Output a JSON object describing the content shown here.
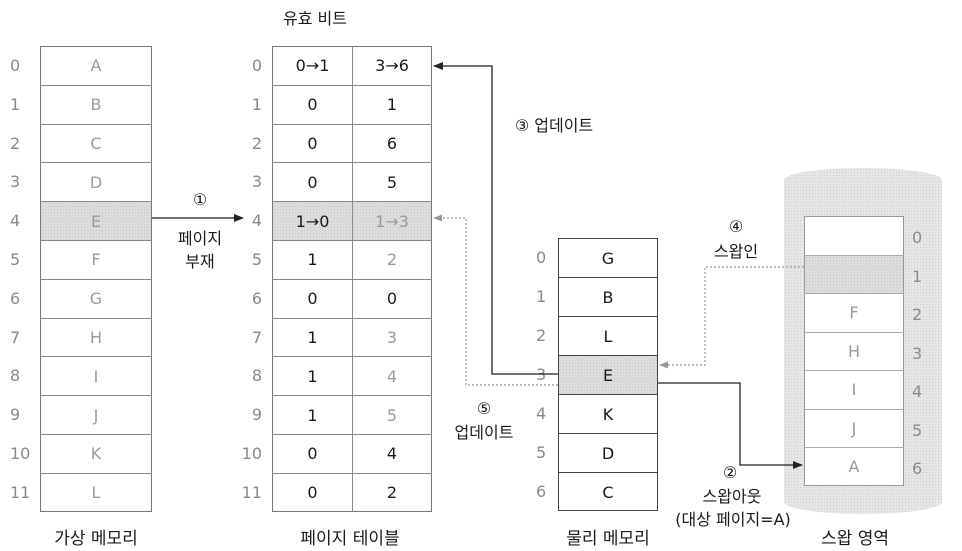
{
  "virtual_memory": {
    "caption": "가상 메모리",
    "rows": [
      {
        "index": "0",
        "value": "A"
      },
      {
        "index": "1",
        "value": "B"
      },
      {
        "index": "2",
        "value": "C"
      },
      {
        "index": "3",
        "value": "D"
      },
      {
        "index": "4",
        "value": "E"
      },
      {
        "index": "5",
        "value": "F"
      },
      {
        "index": "6",
        "value": "G"
      },
      {
        "index": "7",
        "value": "H"
      },
      {
        "index": "8",
        "value": "I"
      },
      {
        "index": "9",
        "value": "J"
      },
      {
        "index": "10",
        "value": "K"
      },
      {
        "index": "11",
        "value": "L"
      }
    ]
  },
  "page_table": {
    "caption": "페이지 테이블",
    "valid_bit_label": "유효 비트",
    "rows": [
      {
        "index": "0",
        "valid": "0→1",
        "frame": "3→6"
      },
      {
        "index": "1",
        "valid": "0",
        "frame": "1"
      },
      {
        "index": "2",
        "valid": "0",
        "frame": "6"
      },
      {
        "index": "3",
        "valid": "0",
        "frame": "5"
      },
      {
        "index": "4",
        "valid": "1→0",
        "frame": "1→3"
      },
      {
        "index": "5",
        "valid": "1",
        "frame": "2"
      },
      {
        "index": "6",
        "valid": "0",
        "frame": "0"
      },
      {
        "index": "7",
        "valid": "1",
        "frame": "3"
      },
      {
        "index": "8",
        "valid": "1",
        "frame": "4"
      },
      {
        "index": "9",
        "valid": "1",
        "frame": "5"
      },
      {
        "index": "10",
        "valid": "0",
        "frame": "4"
      },
      {
        "index": "11",
        "valid": "0",
        "frame": "2"
      }
    ]
  },
  "physical_memory": {
    "caption": "물리 메모리",
    "rows": [
      {
        "index": "0",
        "value": "G"
      },
      {
        "index": "1",
        "value": "B"
      },
      {
        "index": "2",
        "value": "L"
      },
      {
        "index": "3",
        "value": "E"
      },
      {
        "index": "4",
        "value": "K"
      },
      {
        "index": "5",
        "value": "D"
      },
      {
        "index": "6",
        "value": "C"
      }
    ]
  },
  "swap_area": {
    "caption": "스왑 영역",
    "rows": [
      {
        "index": "0",
        "value": ""
      },
      {
        "index": "1",
        "value": ""
      },
      {
        "index": "2",
        "value": "F"
      },
      {
        "index": "3",
        "value": "H"
      },
      {
        "index": "4",
        "value": "I"
      },
      {
        "index": "5",
        "value": "J"
      },
      {
        "index": "6",
        "value": "A"
      }
    ]
  },
  "steps": {
    "step1_num": "①",
    "step1_line1": "페이지",
    "step1_line2": "부재",
    "step2_num": "②",
    "step2_line1": "스왑아웃",
    "step2_line2": "(대상 페이지=A)",
    "step3": "③ 업데이트",
    "step4_num": "④",
    "step4_line1": "스왑인",
    "step5_num": "⑤",
    "step5_line1": "업데이트"
  },
  "colors": {
    "solid_arrow": "#222222",
    "dotted_arrow": "#9a9a9a",
    "shade": "#dcdcdc"
  }
}
